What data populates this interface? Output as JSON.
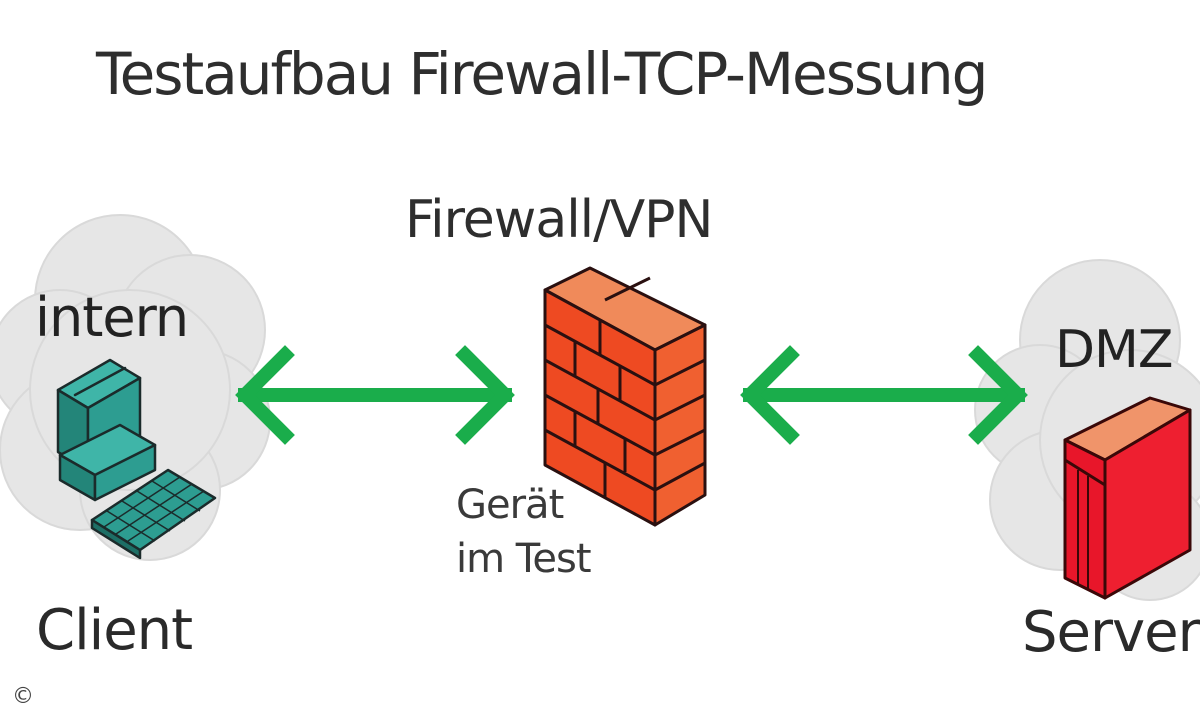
{
  "title": "Testaufbau Firewall-TCP-Messung",
  "nodes": {
    "client": {
      "zone": "intern",
      "label": "Client",
      "icon": "computer-icon"
    },
    "firewall": {
      "label": "Firewall/VPN",
      "sublabel_line1": "Gerät",
      "sublabel_line2": "im Test",
      "icon": "brick-wall-icon"
    },
    "server": {
      "zone": "DMZ",
      "label": "Server",
      "icon": "server-icon"
    }
  },
  "connections": [
    {
      "from": "client",
      "to": "firewall",
      "type": "bidirectional"
    },
    {
      "from": "firewall",
      "to": "server",
      "type": "bidirectional"
    }
  ],
  "copyright": "©",
  "colors": {
    "arrow": "#1aad4b",
    "cloud": "#e6e6e6",
    "computer": "#2a9a8e",
    "wall": "#f0502a",
    "server": "#e8162a"
  }
}
